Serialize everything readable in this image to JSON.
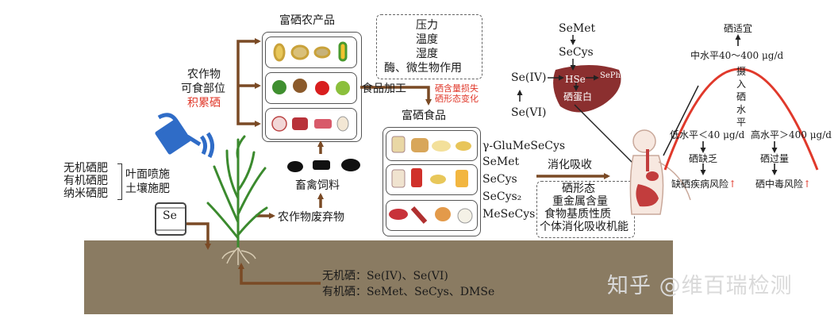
{
  "fertilizers": {
    "inorganic": "无机硒肥",
    "organic": "有机硒肥",
    "nano": "纳米硒肥"
  },
  "application": {
    "foliar": "叶面喷施",
    "soil": "土壤施肥"
  },
  "se_bag_label": "Se",
  "edible_part": {
    "line1": "农作物",
    "line2": "可食部位",
    "line3": "积累硒"
  },
  "products_title": "富硒农产品",
  "processing_factors": [
    "压力",
    "温度",
    "湿度",
    "酶、微生物作用"
  ],
  "food_processing": "食品加工",
  "loss_note": {
    "line1": "硒含量损失",
    "line2": "硒形态变化"
  },
  "feed_label": "畜禽饲料",
  "waste_label": "农作物废弃物",
  "foods_title": "富硒食品",
  "species": [
    "γ-GluMeSeCys",
    "SeMet",
    "SeCys",
    "SeCys₂",
    "MeSeCys"
  ],
  "digestion": "消化吸收",
  "absorption_factors": [
    "硒形态",
    "重金属含量",
    "食物基质性质",
    "个体消化吸收机能"
  ],
  "liver": {
    "semet": "SeMet",
    "secys": "SeCys",
    "se4": "Se(IV)",
    "se6": "Se(VI)",
    "hse": "HSe",
    "sephn": "SePhn",
    "selenoprotein": "硒蛋白"
  },
  "intake": {
    "suitable": "硒适宜",
    "mid_level": "中水平40～400 μg/d",
    "axis_label": [
      "摄",
      "入",
      "硒",
      "水",
      "平"
    ],
    "low_level": "低水平＜40 μg/d",
    "high_level": "高水平＞400 μg/d",
    "deficiency": "硒缺乏",
    "excess": "硒过量",
    "deficiency_risk": "缺硒疾病风险",
    "toxicity_risk": "硒中毒风险",
    "up_arrow": "↑"
  },
  "soil": {
    "inorganic": "无机硒：Se(IV)、Se(VI)",
    "organic": "有机硒：SeMet、SeCys、DMSe"
  },
  "watermark": "知乎 @维百瑞检测",
  "colors": {
    "arrow": "#7a4a25",
    "soil": "#8a7b62",
    "risk": "#e0392b",
    "can": "#2f6cc7"
  }
}
